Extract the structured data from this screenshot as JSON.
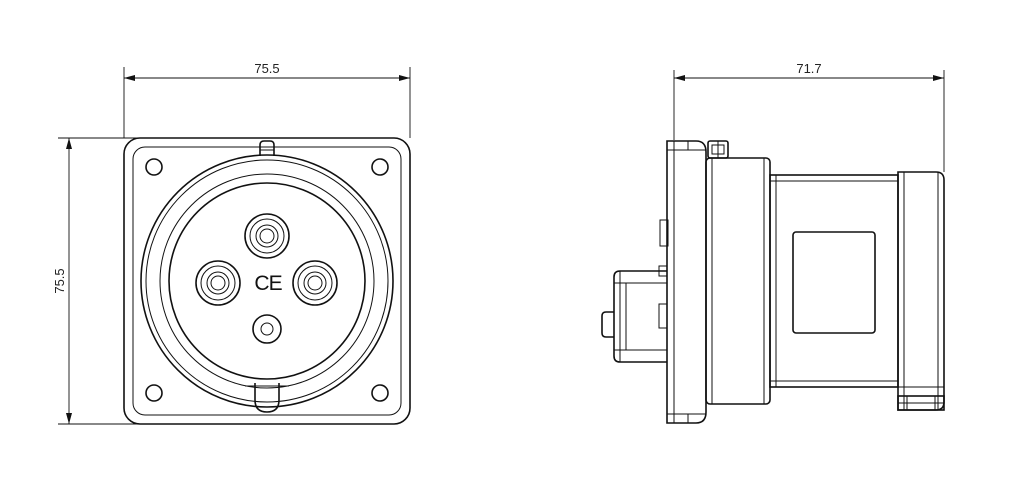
{
  "front_view": {
    "width_dimension": "75.5",
    "height_dimension": "75.5",
    "marking": "CE"
  },
  "side_view": {
    "length_dimension": "71.7"
  },
  "colors": {
    "line": "#111111",
    "background": "#ffffff"
  }
}
